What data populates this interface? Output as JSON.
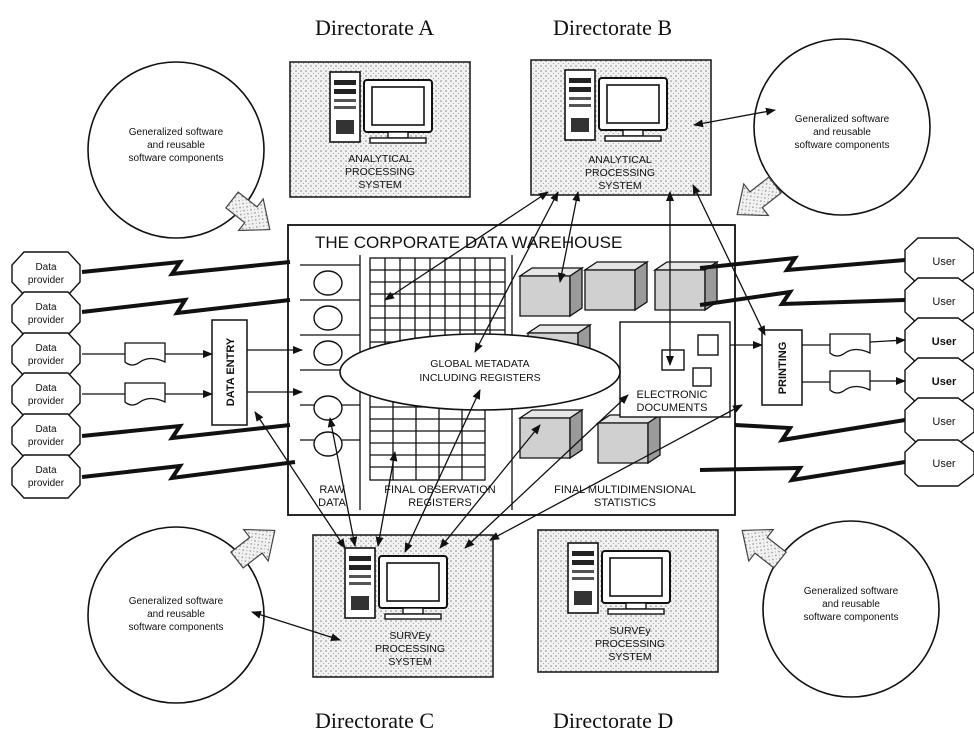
{
  "directorates": {
    "a": "Directorate A",
    "b": "Directorate B",
    "c": "Directorate C",
    "d": "Directorate D"
  },
  "systems": {
    "analytical_line1": "ANALYTICAL",
    "analytical_line2": "PROCESSING",
    "analytical_line3": "SYSTEM",
    "survey_line1": "SURVEy",
    "survey_line2": "PROCESSING",
    "survey_line3": "SYSTEM"
  },
  "generalized": {
    "line1": "Generalized software",
    "line2": "and reusable",
    "line3": "software components"
  },
  "warehouse": {
    "title": "THE CORPORATE DATA WAREHOUSE",
    "raw_line1": "RAW",
    "raw_line2": "DATA",
    "obs_line1": "FINAL OBSERVATION",
    "obs_line2": "REGISTERS",
    "multi_line1": "FINAL MULTIDIMENSIONAL",
    "multi_line2": "STATISTICS",
    "metadata_line1": "GLOBAL METADATA",
    "metadata_line2": "INCLUDING REGISTERS",
    "electronic_line1": "ELECTRONIC",
    "electronic_line2": "DOCUMENTS"
  },
  "data_entry": "DATA ENTRY",
  "printing": "PRINTING",
  "provider": {
    "line1": "Data",
    "line2": "provider"
  },
  "user": "User"
}
